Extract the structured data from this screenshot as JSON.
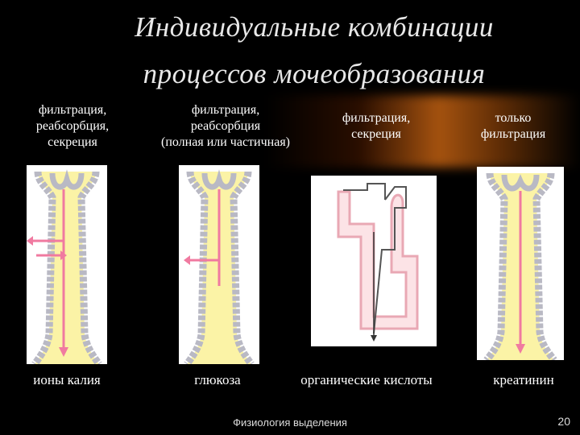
{
  "title": {
    "line1": "Индивидуальные комбинации",
    "line2": "процессов мочеобразования"
  },
  "headers": [
    {
      "lines": [
        "фильтрация,",
        "реабсорбция,",
        "секреция"
      ]
    },
    {
      "lines": [
        "фильтрация,",
        "реабсорбция",
        "(полная или частичная)"
      ]
    },
    {
      "lines": [
        "фильтрация,",
        "секреция"
      ]
    },
    {
      "lines": [
        "только",
        "фильтрация"
      ]
    }
  ],
  "captions": [
    "ионы калия",
    "глюкоза",
    "органические кислоты",
    "креатинин"
  ],
  "footer": "Физиология выделения",
  "page_number": "20",
  "colors": {
    "tubule_fill": "#fbf3a6",
    "tubule_wall": "#b9b9c4",
    "arrow": "#f07aa0",
    "glow": "#d9781c"
  }
}
